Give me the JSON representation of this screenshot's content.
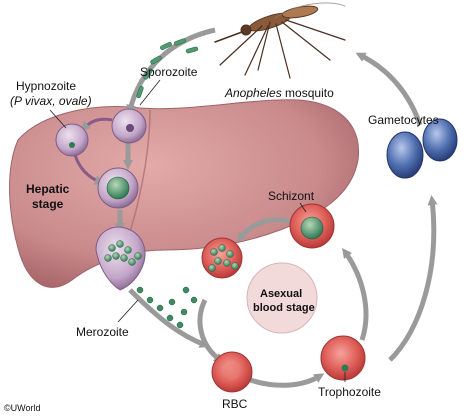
{
  "labels": {
    "sporozoite": "Sporozoite",
    "hypnozoite": "Hypnozoite",
    "hypnozoite_species": "(P vivax, ovale)",
    "hepatic_stage_1": "Hepatic",
    "hepatic_stage_2": "stage",
    "mosquito_genus": "Anopheles",
    "mosquito_word": " mosquito",
    "gametocytes": "Gametocytes",
    "schizont": "Schizont",
    "asexual_1": "Asexual",
    "asexual_2": "blood stage",
    "merozoite": "Merozoite",
    "rbc": "RBC",
    "trophozoite": "Trophozoite",
    "copyright": "©UWorld"
  },
  "colors": {
    "liver": "#c98a8c",
    "arrow": "#9a9a9a",
    "gametocyte": "#3f5fa0",
    "rbc": "#e0605a",
    "parasite": "#2f7a55"
  },
  "icons": [
    "mosquito-icon",
    "liver-icon",
    "hepatocyte-icon",
    "red-blood-cell-icon",
    "gametocyte-icon",
    "sporozoite-icon",
    "merozoite-icon"
  ]
}
